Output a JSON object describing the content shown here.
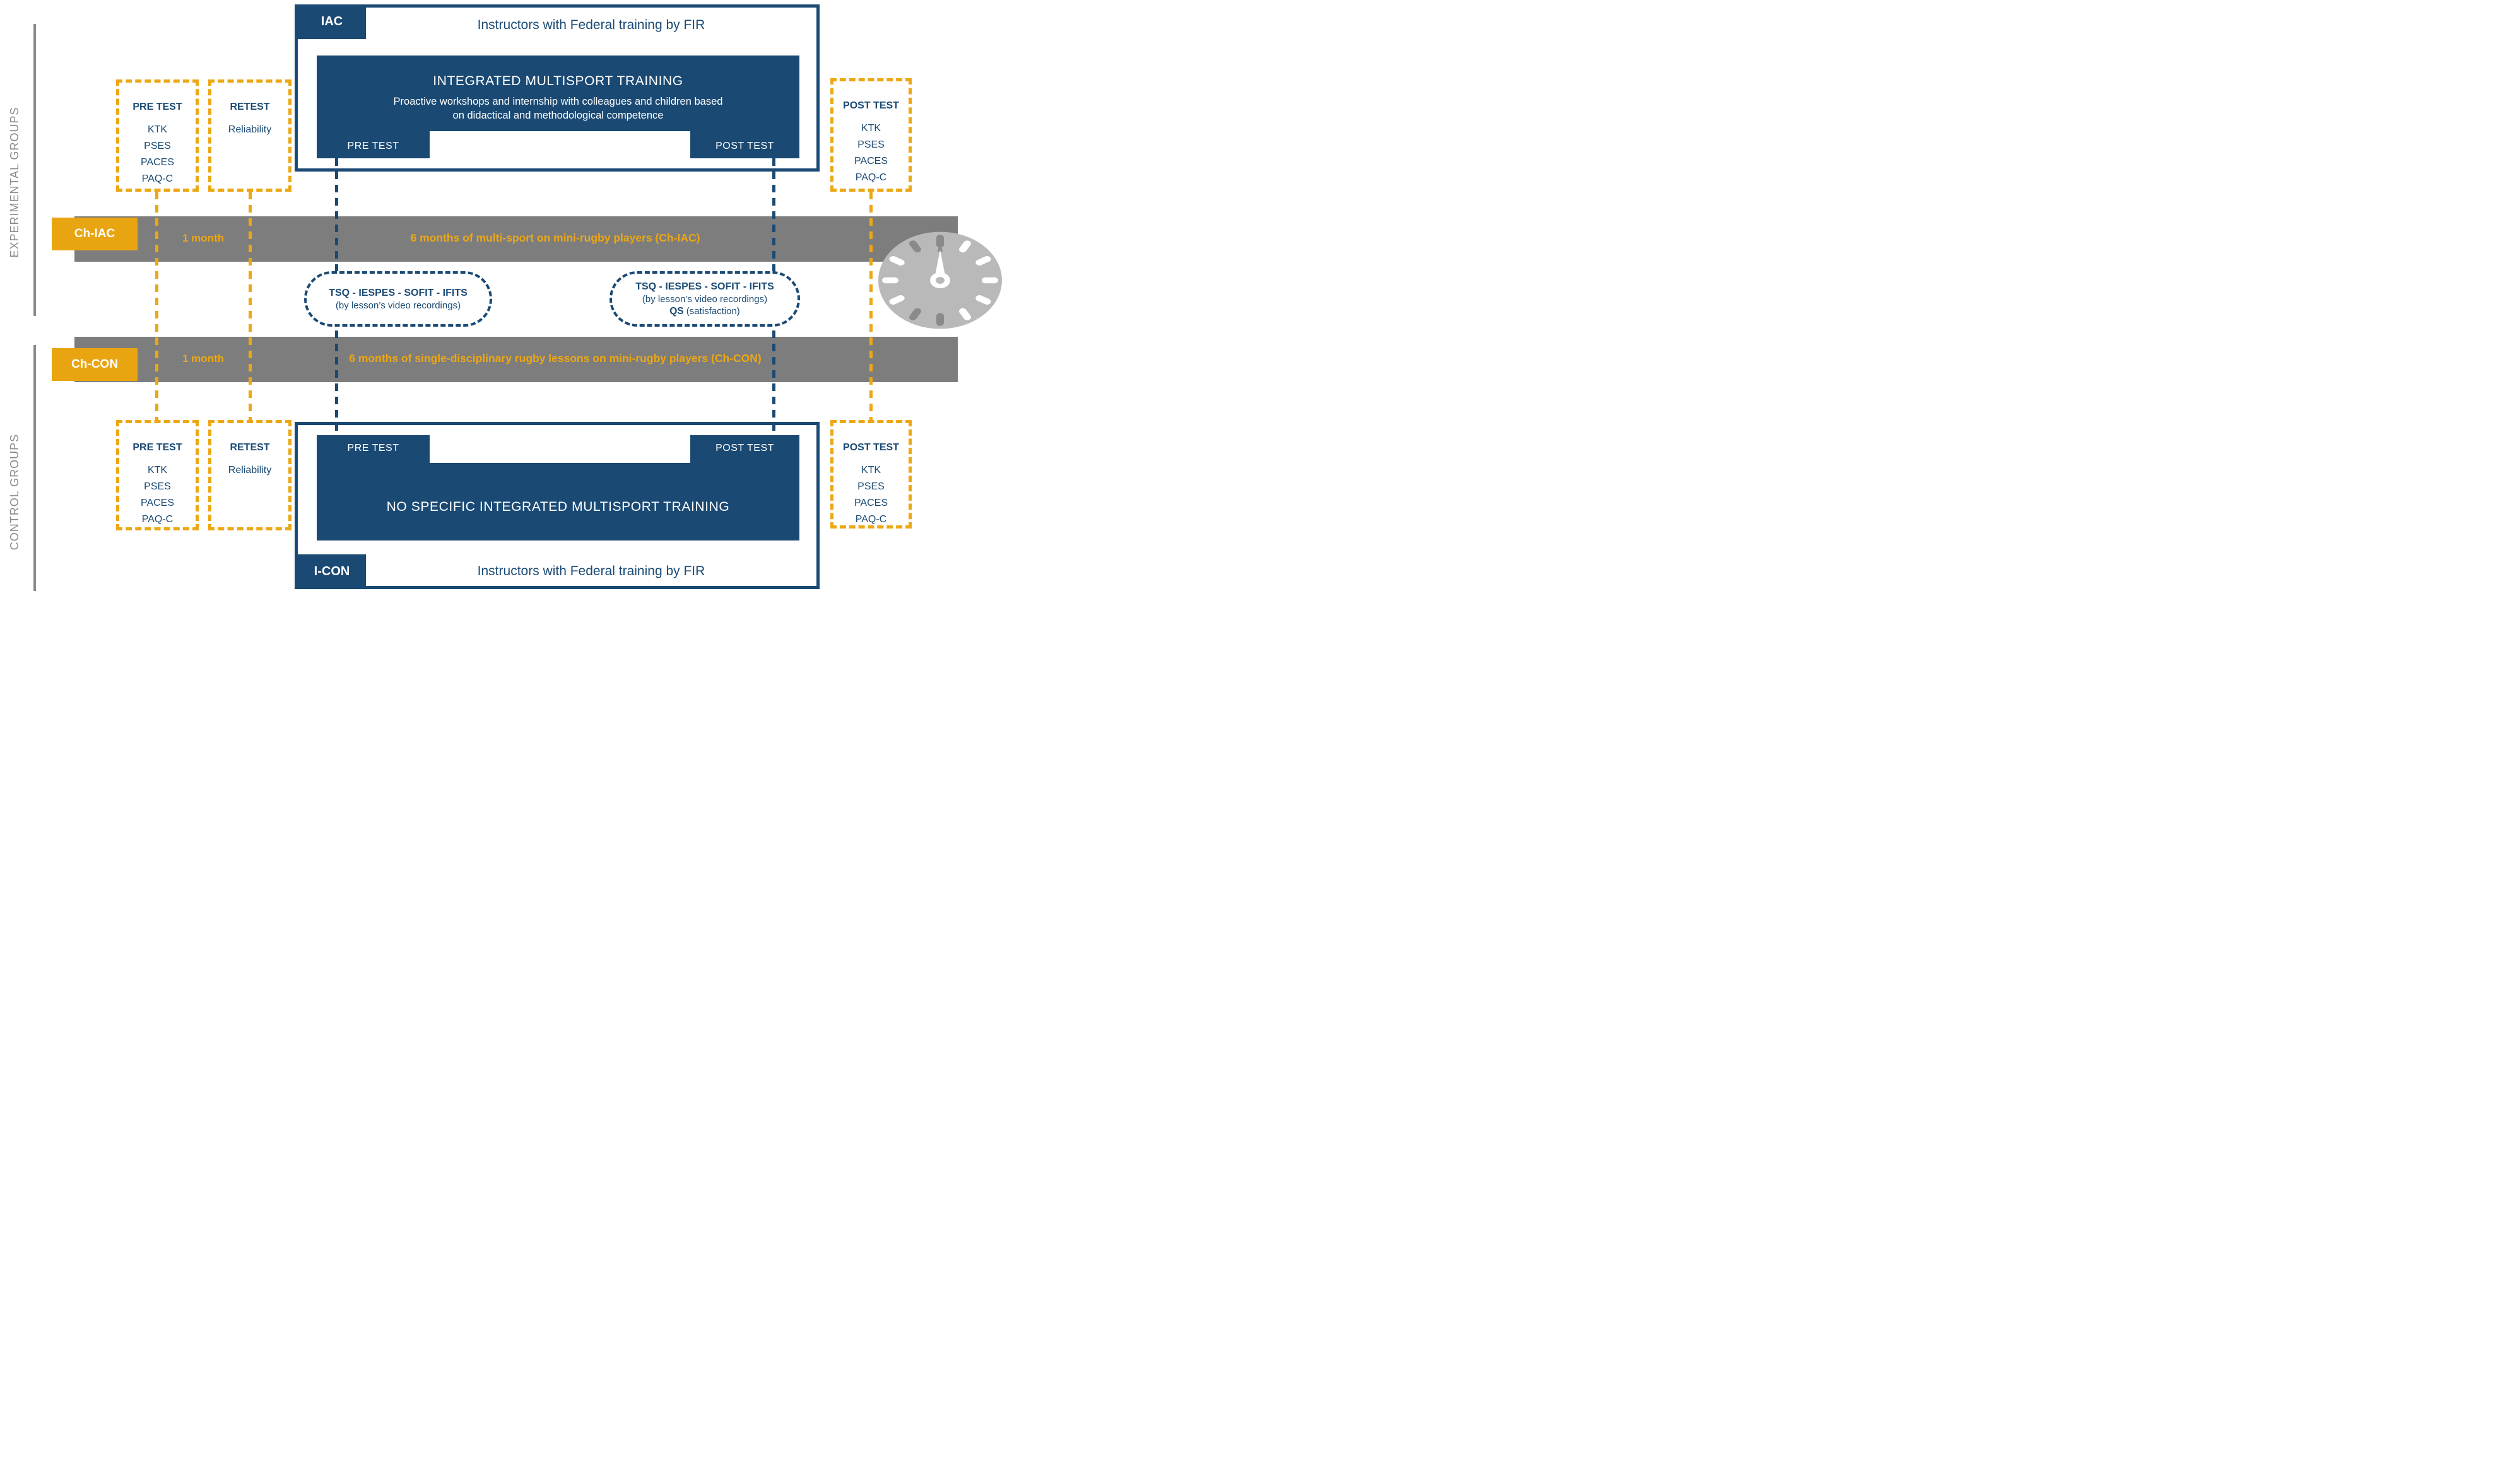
{
  "side_labels": {
    "experimental": "EXPERIMENTAL GROUPS",
    "control": "CONTROL GROUPS"
  },
  "experimental_group": {
    "tab": "IAC",
    "instructors_title": "Instructors with Federal training by FIR",
    "training_title": "INTEGRATED MULTISPORT TRAINING",
    "training_line1": "Proactive workshops and internship with colleagues and children based",
    "training_line2": "on didactical and methodological competence",
    "pre_label": "PRE TEST",
    "post_label": "POST TEST"
  },
  "control_group": {
    "tab": "I-CON",
    "instructors_title": "Instructors with Federal training by FIR",
    "training_title": "NO SPECIFIC INTEGRATED MULTISPORT TRAINING",
    "pre_label": "PRE TEST",
    "post_label": "POST TEST"
  },
  "test_boxes": {
    "pre_top": {
      "title": "PRE TEST",
      "items": [
        "KTK",
        "PSES",
        "PACES",
        "PAQ-C"
      ]
    },
    "retest_top": {
      "title": "RETEST",
      "items": [
        "Reliability"
      ]
    },
    "post_top": {
      "title": "POST TEST",
      "items": [
        "KTK",
        "PSES",
        "PACES",
        "PAQ-C"
      ]
    },
    "pre_bottom": {
      "title": "PRE TEST",
      "items": [
        "KTK",
        "PSES",
        "PACES",
        "PAQ-C"
      ]
    },
    "retest_bottom": {
      "title": "RETEST",
      "items": [
        "Reliability"
      ]
    },
    "post_bottom": {
      "title": "POST TEST",
      "items": [
        "KTK",
        "PSES",
        "PACES",
        "PAQ-C"
      ]
    }
  },
  "timeline_experimental": {
    "chip": "Ch-IAC",
    "phase1": "1 month",
    "phase2": "6 months of multi-sport on mini-rugby players (Ch-IAC)"
  },
  "timeline_control": {
    "chip": "Ch-CON",
    "phase1": "1 month",
    "phase2": "6 months of single-disciplinary rugby lessons on mini-rugby players (Ch-CON)"
  },
  "oval_left": {
    "line1": "TSQ - IESPES - SOFIT - IFITS",
    "line2": "(by lesson’s video recordings)"
  },
  "oval_right": {
    "line1": "TSQ - IESPES - SOFIT - IFITS",
    "line2": "(by lesson’s video recordings)",
    "line3_label": "QS",
    "line3_text": " (satisfaction)"
  },
  "icons": {
    "clock": "clock-icon"
  },
  "colors": {
    "blue": "#1a4a74",
    "orange": "#eca714",
    "chip_orange": "#e9a511",
    "bar_gray": "#7d7d7d",
    "label_gray": "#8a8a8a",
    "clock_gray": "#b9b9b9",
    "white": "#ffffff"
  }
}
